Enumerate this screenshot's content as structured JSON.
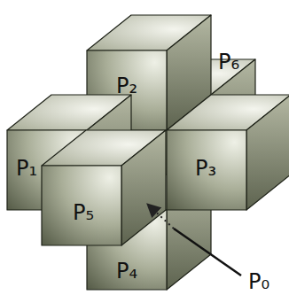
{
  "diagram": {
    "labels": [
      "P₂",
      "P₆",
      "P₁",
      "P₃",
      "P₅",
      "P₄",
      "P₀"
    ]
  }
}
